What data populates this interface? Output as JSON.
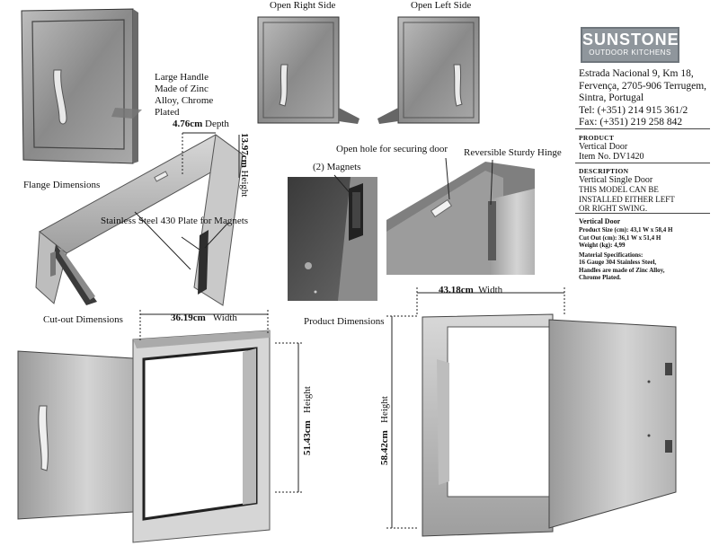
{
  "views": {
    "open_right_side": "Open Right Side",
    "open_left_side": "Open Left Side"
  },
  "callouts": {
    "handle": [
      "Large Handle",
      "Made of Zinc",
      "Alloy, Chrome",
      "Plated"
    ],
    "depth_value": "4.76cm",
    "depth_label": "Depth",
    "height_value": "13.97cm",
    "height_label": "Height",
    "flange_dimensions": "Flange Dimensions",
    "stainless_plate": "Stainless Steel 430 Plate  for Magnets",
    "magnets": "(2) Magnets",
    "open_hole": "Open hole for securing door",
    "hinge": "Reversible Sturdy Hinge"
  },
  "dimensions": {
    "cutout_title": "Cut-out Dimensions",
    "cutout_width_value": "36.19cm",
    "cutout_width_label": "Width",
    "cutout_height_value": "51.43cm",
    "cutout_height_label": "Height",
    "product_title": "Product Dimensions",
    "product_width_value": "43.18cm",
    "product_width_label": "Width",
    "product_height_value": "58.42cm",
    "product_height_label": "Height"
  },
  "company": {
    "brand": "SUNSTONE",
    "tagline": "OUTDOOR KITCHENS",
    "address": [
      "Estrada Nacional 9, Km 18,",
      "Fervença, 2705-906 Terrugem,",
      "Sintra, Portugal"
    ],
    "tel": "Tel: (+351) 214 915 361/2",
    "fax": "Fax: (+351) 219 258 842"
  },
  "product": {
    "heading": "PRODUCT",
    "name": "Vertical Door",
    "item": "Item No. DV1420"
  },
  "description": {
    "heading": "DESCRIPTION",
    "line1": "Vertical Single Door",
    "caps": [
      "THIS MODEL CAN BE",
      "INSTALLED EITHER LEFT",
      "OR RIGHT SWING."
    ]
  },
  "specs": {
    "title": "Vertical Door",
    "size_label": "Product Size (cm):",
    "size_value": "43,1 W x 58,4 H",
    "cutout_label": "Cut Out (cm):",
    "cutout_value": "36,1 W x 51,4 H",
    "weight_label": "Weight (kg):",
    "weight_value": "4,99",
    "material_label": "Material Specifications:",
    "material_lines": [
      "16 Gauge 304 Stainless Steel,",
      "Handles are made of Zinc Alloy,",
      "Chrome Plated."
    ]
  }
}
